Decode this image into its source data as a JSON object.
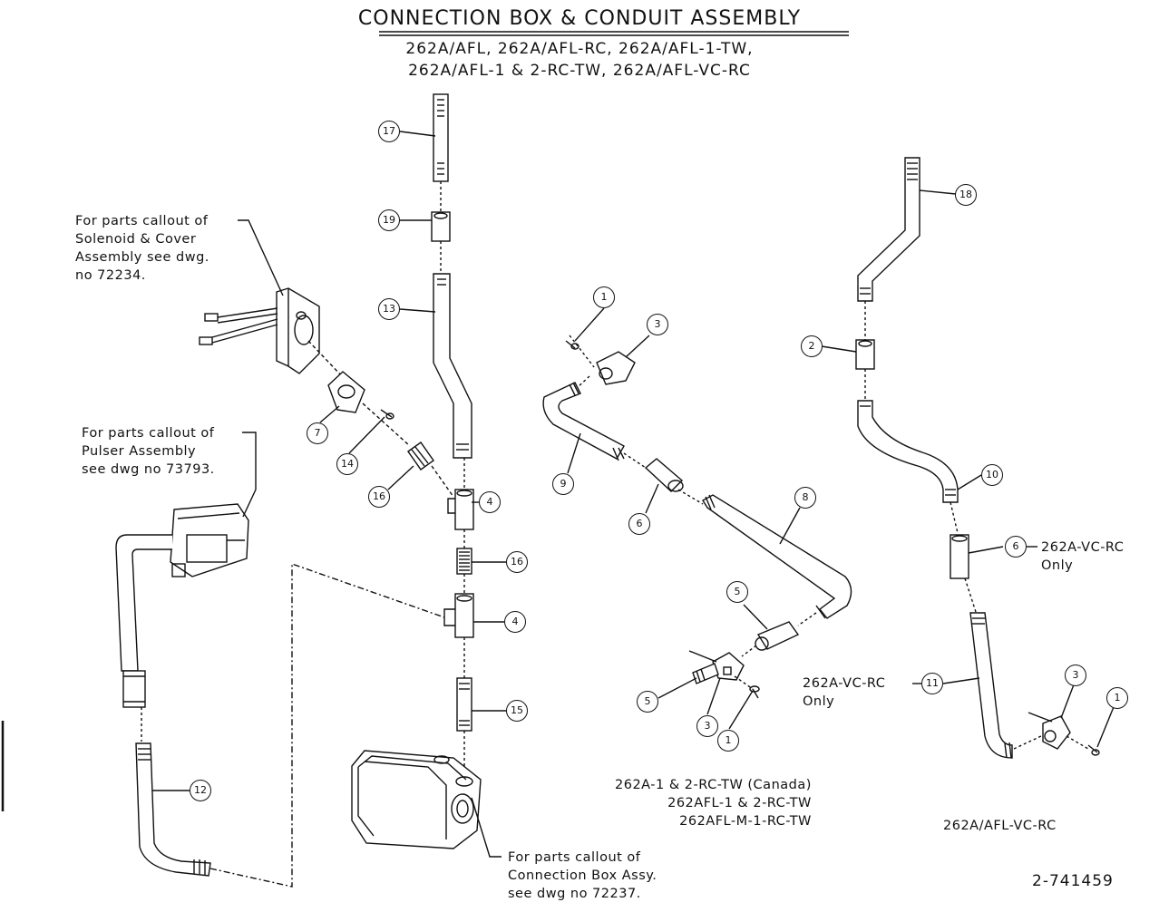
{
  "title": "CONNECTION BOX & CONDUIT ASSEMBLY",
  "subtitle_lines": [
    "262A/AFL, 262A/AFL-RC, 262A/AFL-1-TW,",
    "262A/AFL-1 & 2-RC-TW, 262A/AFL-VC-RC"
  ],
  "notes": {
    "solenoid": "For parts callout of\nSolenoid & Cover\nAssembly see dwg.\nno 72234.",
    "pulser": "For parts callout of\nPulser Assembly\nsee dwg no 73793.",
    "connection_box": "For parts callout of\nConnection Box Assy.\nsee dwg no 72237."
  },
  "labels": {
    "vc_rc_only_6": "262A-VC-RC\nOnly",
    "vc_rc_only_11": "262A-VC-RC\nOnly",
    "canada_variants": "262A-1 & 2-RC-TW (Canada)\n262AFL-1 & 2-RC-TW\n262AFL-M-1-RC-TW",
    "vc_rc_variant": "262A/AFL-VC-RC"
  },
  "drawing_number": "2-741459",
  "callouts": [
    "17",
    "19",
    "13",
    "7",
    "14",
    "16",
    "4",
    "16",
    "4",
    "15",
    "12",
    "1",
    "3",
    "9",
    "6",
    "8",
    "5",
    "5",
    "3",
    "1",
    "18",
    "2",
    "10",
    "6",
    "11",
    "3",
    "1"
  ],
  "colors": {
    "line": "#111111",
    "background": "#ffffff",
    "fill": "#ffffff"
  }
}
